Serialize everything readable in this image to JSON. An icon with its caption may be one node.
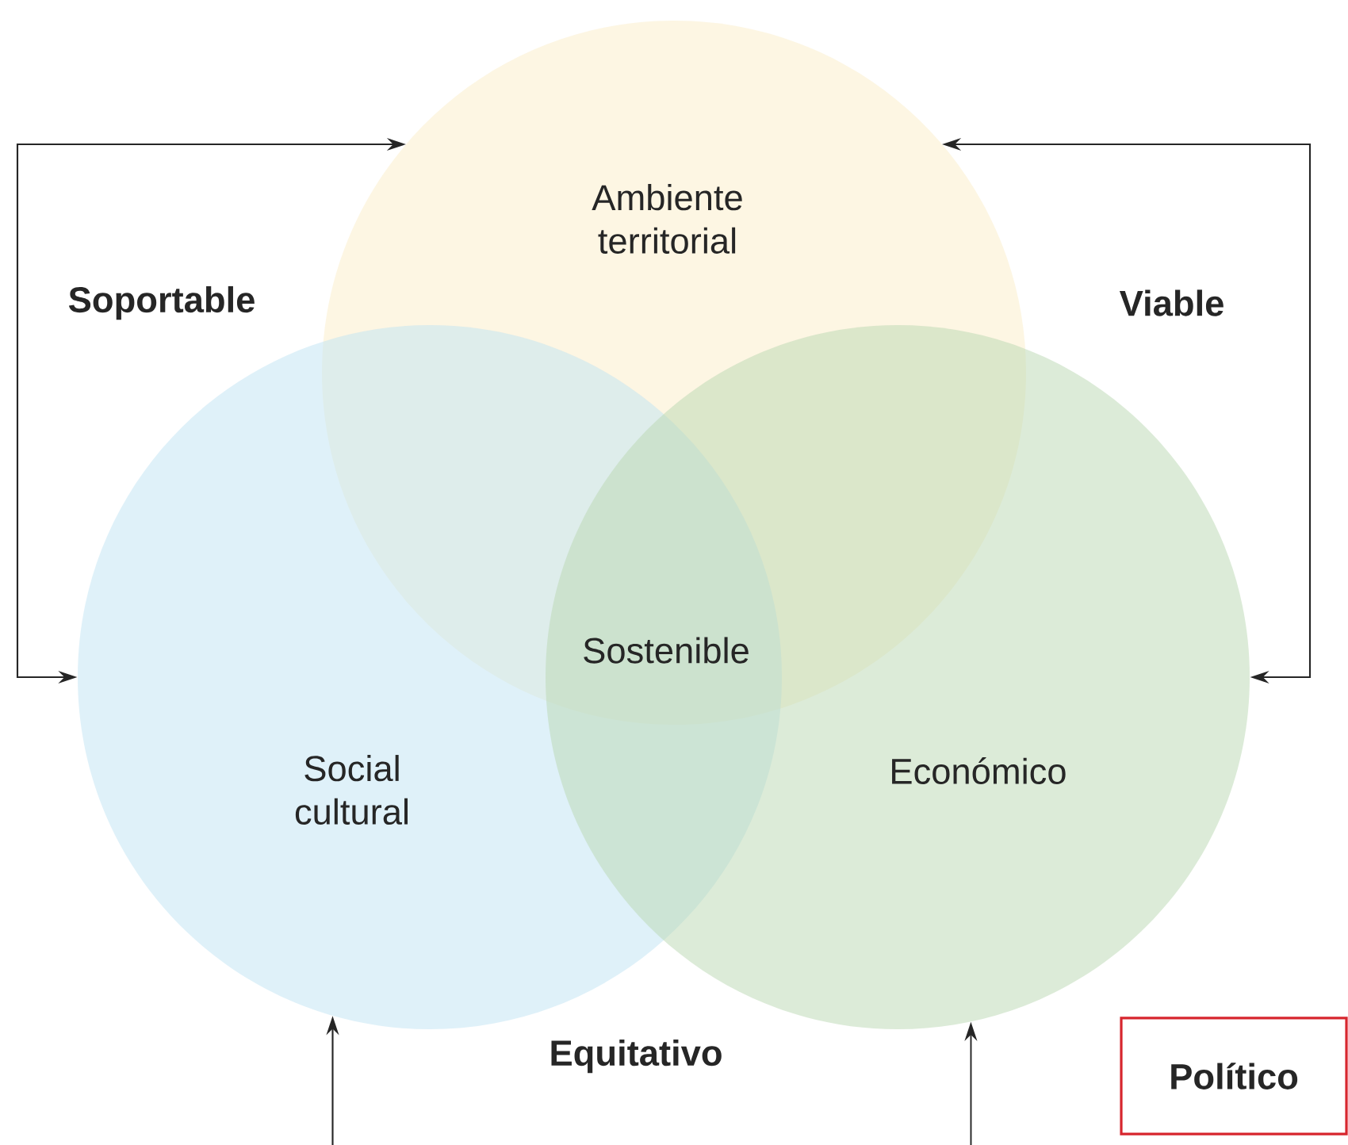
{
  "diagram": {
    "nodes": [
      {
        "text": [
          "Ambiente territorial"
        ]
      },
      {
        "text": [
          "Social cultural"
        ]
      },
      {
        "text": [
          "Económico"
        ]
      },
      {
        "text": [
          "Político"
        ]
      }
    ],
    "edges": [
      {
        "from": 1,
        "to": 0,
        "arrow": "both",
        "label": "Soportable"
      },
      {
        "from": 0,
        "to": 2,
        "arrow": "both",
        "label": "Viable"
      },
      {
        "from": null,
        "to": 1,
        "arrow": "to"
      },
      {
        "from": null,
        "to": 2,
        "arrow": "to"
      }
    ],
    "labels": [
      "Sostenible",
      "Equitativo"
    ]
  }
}
